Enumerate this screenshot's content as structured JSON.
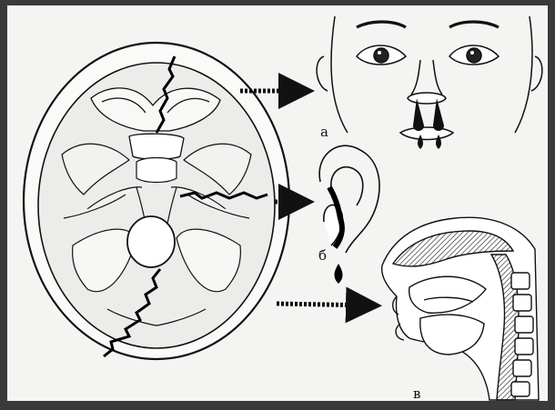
{
  "labels": {
    "a": "а",
    "b": "б",
    "v": "в"
  },
  "colors": {
    "frame": "#3a3a3a",
    "paper": "#f4f4f2",
    "ink": "#111111",
    "bone": "#e9e9e6"
  }
}
